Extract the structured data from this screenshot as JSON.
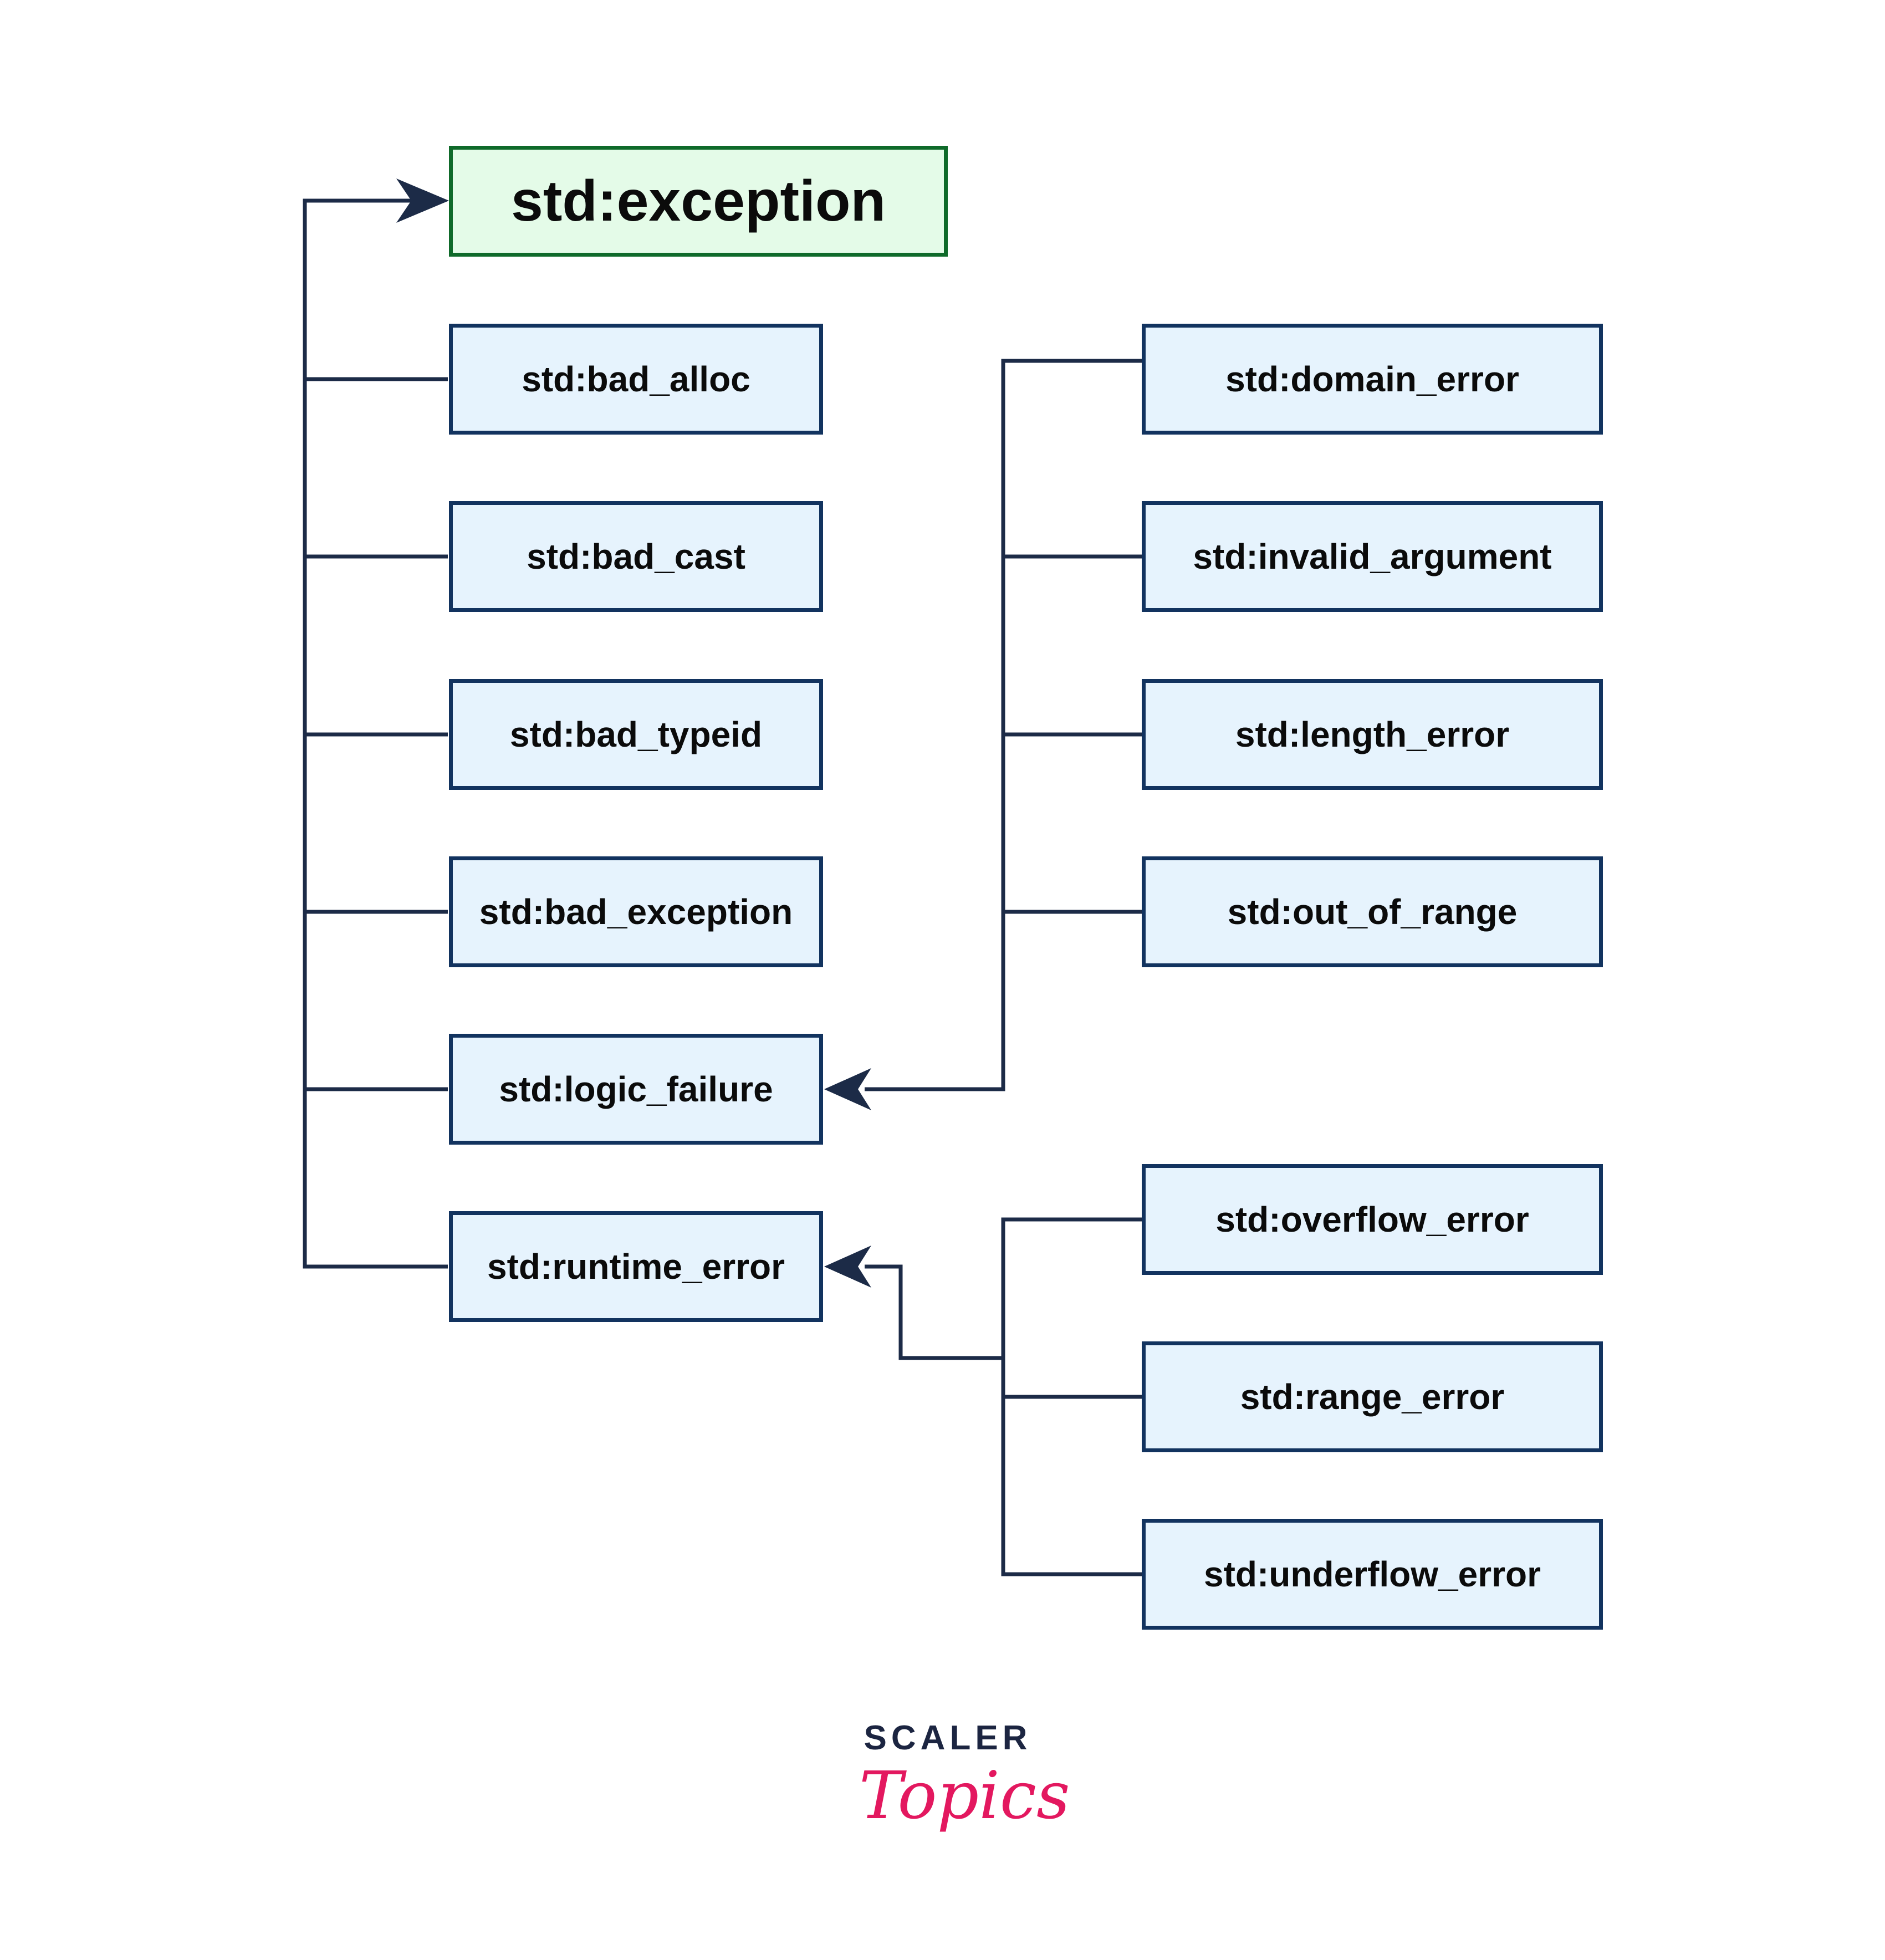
{
  "diagram": {
    "root": {
      "label": "std:exception"
    },
    "children": [
      {
        "id": "bad_alloc",
        "label": "std:bad_alloc"
      },
      {
        "id": "bad_cast",
        "label": "std:bad_cast"
      },
      {
        "id": "bad_typeid",
        "label": "std:bad_typeid"
      },
      {
        "id": "bad_exception",
        "label": "std:bad_exception"
      },
      {
        "id": "logic_failure",
        "label": "std:logic_failure"
      },
      {
        "id": "runtime_error",
        "label": "std:runtime_error"
      }
    ],
    "logic_children": [
      {
        "id": "domain_error",
        "label": "std:domain_error"
      },
      {
        "id": "invalid_argument",
        "label": "std:invalid_argument"
      },
      {
        "id": "length_error",
        "label": "std:length_error"
      },
      {
        "id": "out_of_range",
        "label": "std:out_of_range"
      }
    ],
    "runtime_children": [
      {
        "id": "overflow_error",
        "label": "std:overflow_error"
      },
      {
        "id": "range_error",
        "label": "std:range_error"
      },
      {
        "id": "underflow_error",
        "label": "std:underflow_error"
      }
    ],
    "colors": {
      "line": "#1c2b47",
      "child_fill": "#e6f3fd",
      "child_border": "#12335f",
      "root_fill": "#e4fbe8",
      "root_border": "#0f6a2a"
    }
  },
  "logo": {
    "word": "SCALER",
    "script": "Topics",
    "colors": {
      "word": "#1c2541",
      "script": "#e3185f"
    }
  }
}
